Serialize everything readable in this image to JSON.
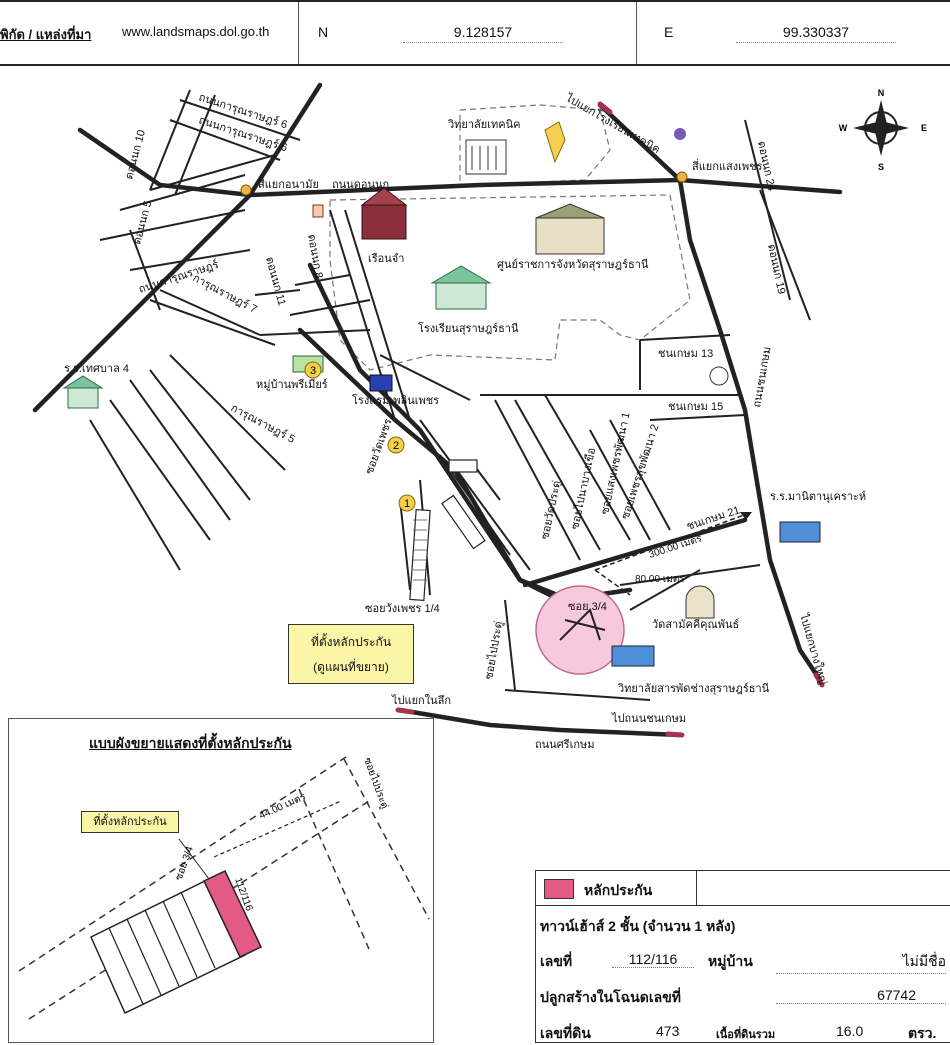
{
  "header": {
    "source_label": "พิกัด / แหล่งที่มา",
    "source_url": "www.landsmaps.dol.go.th",
    "north_key": "N",
    "north_value": "9.128157",
    "east_key": "E",
    "east_value": "99.330337"
  },
  "compass": {
    "n": "N",
    "s": "S",
    "e": "E",
    "w": "W"
  },
  "roads": {
    "r1": "ถนนการุณราษฎร์ 6",
    "r2": "ถนนการุณราษฎร์ 6",
    "r3": "สี่แยกอนามัย",
    "r4": "ถนนดอนนก",
    "r5": "ดอนนก 10",
    "r6": "ดอนนก 5",
    "r7": "ถนนการุณราษฎร์",
    "r8": "การุณราษฎร์ 7",
    "r9": "ดอนนก 11",
    "r10": "ดอนนก 8",
    "r11": "การุณราษฎร์ 5",
    "r12": "ซอยวัดเพชร",
    "r13": "ไปแยกโรงเรียนเทคนิค",
    "r14": "สี่แยกแสงเพชร",
    "r15": "ดอนนก 24",
    "r16": "ดอนนก 19",
    "r17": "ชนเกษม 13",
    "r18": "ชนเกษม 15",
    "r19": "ถนนชนเกษม",
    "r20": "ชนเกษม 21",
    "r21": "ซอยแสงเพชรพัฒนา 1",
    "r22": "ซอยเพชรสุขพัฒนา 2",
    "r23": "ซอยไปนาบางเขือ",
    "r24": "ซอยวัดประดู่",
    "r25": "ซอยวังเพชร 1/4",
    "r26": "ซอย 3/4",
    "r27": "ซอยไปประดู่",
    "r28": "ไปแยกในลึก",
    "r29": "ไปถนนชนเกษม",
    "r30": "ถนนศรีเกษม",
    "r31": "ไปแยกบางใหญ่"
  },
  "places": {
    "p1": "วิทยาลัยเทคนิค",
    "p2": "เรือนจำ",
    "p3": "ศูนย์ราชการจังหวัดสุราษฎร์ธานี",
    "p4": "โรงเรียนสุราษฎร์ธานี",
    "p5": "ร.ร.เทศบาล 4",
    "p6": "หมู่บ้านพรีเมียร์",
    "p7": "โรงแรมเพลินเพชร",
    "p8": "ร.ร.มานิตานุเคราะห์",
    "p9": "วัดสามัคคีคุณพันธ์",
    "p10": "วิทยาลัยสารพัดช่างสุราษฎร์ธานี"
  },
  "distances": {
    "d1": "300.00 เมตร",
    "d2": "80.00 เมตร",
    "d3": "44.00 เมตร"
  },
  "markers": {
    "m1": "1",
    "m2": "2",
    "m3": "3"
  },
  "callout": {
    "line1": "ที่ตั้งหลักประกัน",
    "line2": "(ดูแผนที่ขยาย)"
  },
  "inset": {
    "title": "แบบผังขยายแสดงที่ตั้งหลักประกัน",
    "callout": "ที่ตั้งหลักประกัน",
    "soi_road": "ซอยไปประดู่",
    "soi_small": "ซอย 3/4",
    "house_no": "112/116"
  },
  "legend": {
    "swatch_color": "#e35a87",
    "title": "หลักประกัน",
    "type": "ทาวน์เฮ้าส์ 2 ชั้น (จำนวน 1 หลัง)",
    "no_label": "เลขที่",
    "no_value": "112/116",
    "village_label": "หมู่บ้าน",
    "village_value": "ไม่มีชื่อ",
    "deed_label": "ปลูกสร้างในโฉนดเลขที่",
    "deed_value": "67742",
    "land_no_label": "เลขที่ดิน",
    "land_no_value": "473",
    "area_label": "เนื้อที่ดินรวม",
    "area_value": "16.0",
    "area_unit": "ตรว."
  }
}
